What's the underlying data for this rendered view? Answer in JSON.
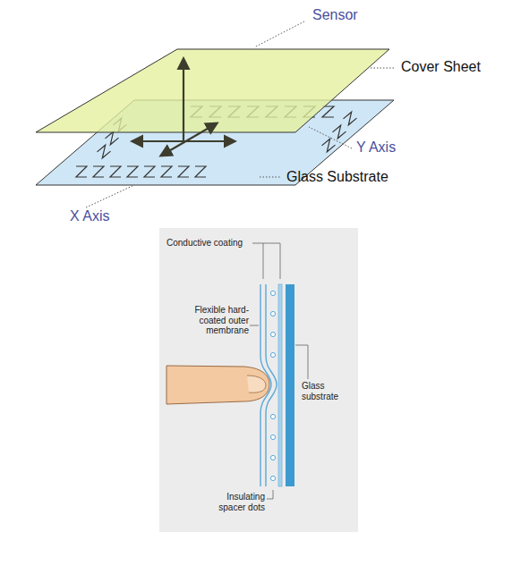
{
  "diagram": {
    "labels": [
      "Sensor",
      "Cover Sheet",
      "Y Axis",
      "Glass Substrate",
      "X Axis",
      "Conductive coating",
      "Flexible hard-coated outer membrane",
      "Glass substrate",
      "Insulating spacer dots"
    ]
  }
}
